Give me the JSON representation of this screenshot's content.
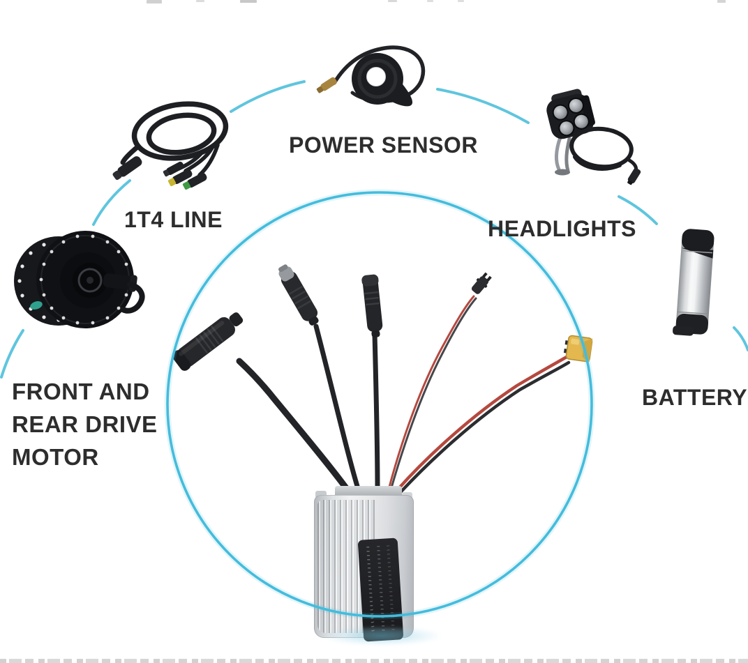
{
  "diagram": {
    "title_present": false,
    "background_color": "#ffffff",
    "circle_color": "#44bcdc",
    "label_text_color": "#2d2d2d",
    "labels": {
      "power_sensor": "POWER SENSOR",
      "line_1t4": "1T4 LINE",
      "headlights": "HEADLIGHTS",
      "front_rear_motor": [
        "FRONT AND",
        "REAR DRIVE",
        "MOTOR"
      ],
      "battery": "BATTERY"
    },
    "figures": {
      "power_sensor": "pedal-assist-sensor-photo",
      "line_1t4": "1T4-cable-harness-photo",
      "headlights": "led-headlight-photo",
      "motor": "hub-drive-motor-photo",
      "battery": "bottle-battery-photo",
      "controller": "motor-controller-photo",
      "controller_cables": [
        "motor-connector-cable",
        "display-connector-cable",
        "middle-connector-cable",
        "headlight-connector-cable",
        "battery-xt60-cable"
      ]
    },
    "accent_colors": {
      "arc_teal": "#44bcdc",
      "wire_red": "#b5493f",
      "wire_black": "#232427",
      "xt60_yellow": "#e4b84e",
      "harness_tip_yellow": "#c8b531",
      "harness_tip_green": "#3f9a44",
      "motor_badge_teal": "#2fa08e",
      "metal_silver": "#e8eaec"
    }
  }
}
